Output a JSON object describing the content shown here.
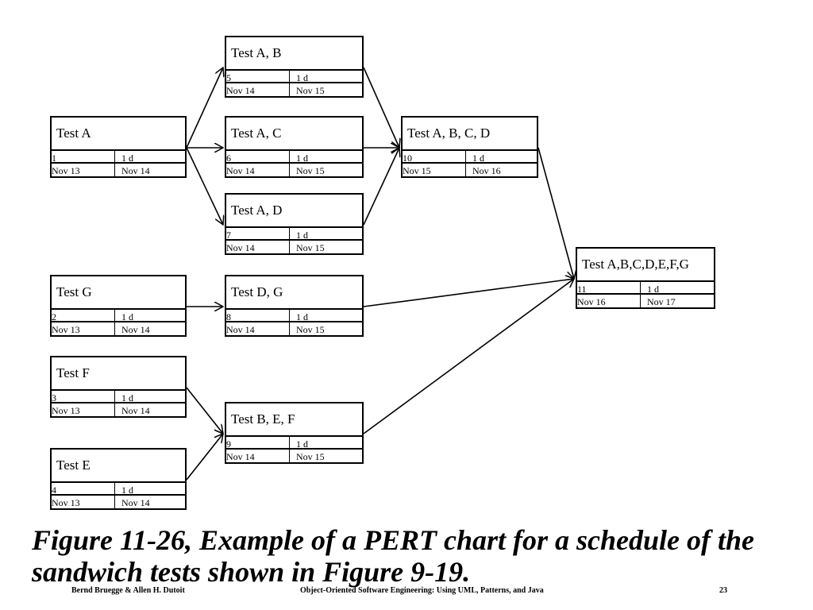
{
  "nodes": [
    {
      "key": "n1",
      "title": "Test A",
      "id": "1",
      "duration": "1 d",
      "start": "Nov 13",
      "end": "Nov 14"
    },
    {
      "key": "n2",
      "title": "Test G",
      "id": "2",
      "duration": "1 d",
      "start": "Nov 13",
      "end": "Nov 14"
    },
    {
      "key": "n3",
      "title": "Test F",
      "id": "3",
      "duration": "1 d",
      "start": "Nov 13",
      "end": "Nov 14"
    },
    {
      "key": "n4",
      "title": "Test E",
      "id": "4",
      "duration": "1 d",
      "start": "Nov 13",
      "end": "Nov 14"
    },
    {
      "key": "n5",
      "title": "Test A, B",
      "id": "5",
      "duration": "1 d",
      "start": "Nov 14",
      "end": "Nov 15"
    },
    {
      "key": "n6",
      "title": "Test A, C",
      "id": "6",
      "duration": "1 d",
      "start": "Nov 14",
      "end": "Nov 15"
    },
    {
      "key": "n7",
      "title": "Test A, D",
      "id": "7",
      "duration": "1 d",
      "start": "Nov 14",
      "end": "Nov 15"
    },
    {
      "key": "n8",
      "title": "Test D, G",
      "id": "8",
      "duration": "1 d",
      "start": "Nov 14",
      "end": "Nov 15"
    },
    {
      "key": "n9",
      "title": "Test B, E, F",
      "id": "9",
      "duration": "1 d",
      "start": "Nov 14",
      "end": "Nov 15"
    },
    {
      "key": "n10",
      "title": "Test A, B, C, D",
      "id": "10",
      "duration": "1 d",
      "start": "Nov 15",
      "end": "Nov 16"
    },
    {
      "key": "n11",
      "title": "Test A,B,C,D,E,F,G",
      "id": "11",
      "duration": "1 d",
      "start": "Nov 16",
      "end": "Nov 17"
    }
  ],
  "edges": [
    [
      "n1",
      "n5"
    ],
    [
      "n1",
      "n6"
    ],
    [
      "n1",
      "n7"
    ],
    [
      "n2",
      "n8"
    ],
    [
      "n3",
      "n9"
    ],
    [
      "n4",
      "n9"
    ],
    [
      "n5",
      "n10"
    ],
    [
      "n6",
      "n10"
    ],
    [
      "n7",
      "n10"
    ],
    [
      "n10",
      "n11"
    ],
    [
      "n8",
      "n11"
    ],
    [
      "n9",
      "n11"
    ]
  ],
  "caption": "Figure 11-26, Example of a PERT chart for a schedule of the sandwich tests shown in Figure 9-19.",
  "footer": {
    "authors": "Bernd Bruegge & Allen H. Dutoit",
    "book": "Object-Oriented Software Engineering: Using UML, Patterns, and Java",
    "page": "23"
  }
}
